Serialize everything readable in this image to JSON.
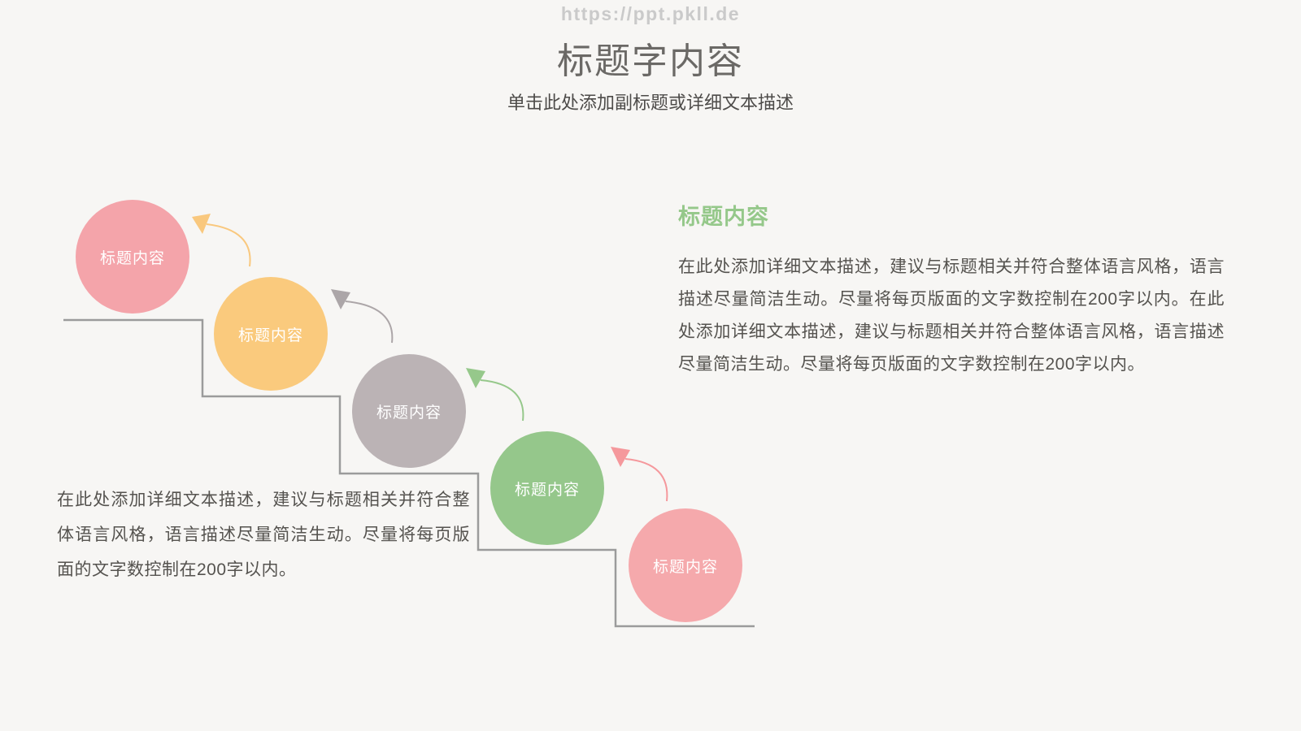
{
  "watermark": {
    "text": "https://ppt.pkll.de"
  },
  "header": {
    "title": "标题字内容",
    "subtitle": "单击此处添加副标题或详细文本描述"
  },
  "diagram": {
    "steps": [
      {
        "label": "标题内容",
        "color": "#f4a4aa"
      },
      {
        "label": "标题内容",
        "color": "#faca7d"
      },
      {
        "label": "标题内容",
        "color": "#bbb3b5"
      },
      {
        "label": "标题内容",
        "color": "#95c78b"
      },
      {
        "label": "标题内容",
        "color": "#f5a9ac"
      }
    ],
    "arrows": [
      {
        "name": "arrow-to-step-1",
        "color": "#f9c87e"
      },
      {
        "name": "arrow-to-step-2",
        "color": "#aca6a8"
      },
      {
        "name": "arrow-to-step-3",
        "color": "#96c88b"
      },
      {
        "name": "arrow-to-step-4",
        "color": "#f5989c"
      }
    ],
    "stair_line_color": "#9b9b9b"
  },
  "left_block": {
    "body": "在此处添加详细文本描述，建议与标题相关并符合整体语言风格，语言描述尽量简洁生动。尽量将每页版面的文字数控制在200字以内。"
  },
  "right_block": {
    "heading": "标题内容",
    "body": "在此处添加详细文本描述，建议与标题相关并符合整体语言风格，语言描述尽量简洁生动。尽量将每页版面的文字数控制在200字以内。在此处添加详细文本描述，建议与标题相关并符合整体语言风格，语言描述尽量简洁生动。尽量将每页版面的文字数控制在200字以内。"
  },
  "colors": {
    "background": "#f7f6f4",
    "title_text": "#6b6966",
    "body_text": "#55534f",
    "heading_green": "#95c88a",
    "watermark_gray": "#cacaca",
    "circle_label": "#ffffff"
  }
}
